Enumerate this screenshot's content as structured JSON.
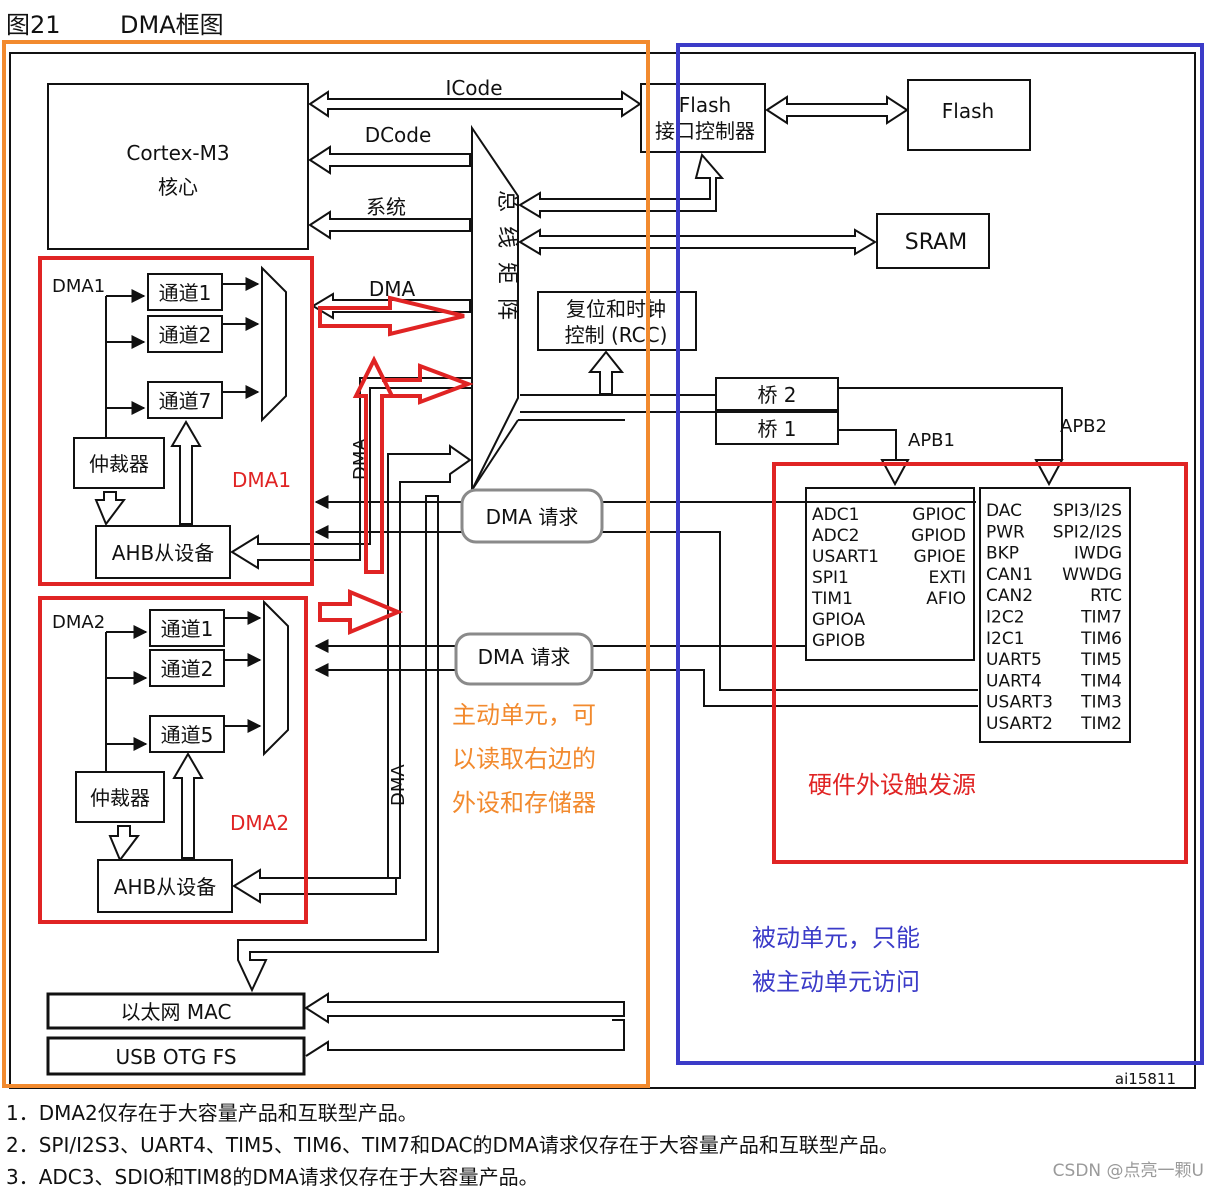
{
  "figure": {
    "label": "图21",
    "title": "DMA框图",
    "code": "ai15811",
    "watermark": "CSDN @点亮一颗U"
  },
  "blocks": {
    "cortex_line1": "Cortex-M3",
    "cortex_line2": "核心",
    "flash_ctrl_line1": "Flash",
    "flash_ctrl_line2": "接口控制器",
    "flash": "Flash",
    "sram": "SRAM",
    "rcc_line1": "复位和时钟",
    "rcc_line2": "控制 (RCC)",
    "bridge2": "桥 2",
    "bridge1": "桥 1",
    "ethernet": "以太网 MAC",
    "usb": "USB OTG FS",
    "bus_matrix": "总线矩阵"
  },
  "buses": {
    "icode": "ICode",
    "dcode": "DCode",
    "system": "系统",
    "dma_top": "DMA",
    "dma_vert1": "DMA",
    "dma_vert2": "DMA",
    "apb1": "APB1",
    "apb2": "APB2"
  },
  "dma1": {
    "label": "DMA1",
    "ch1": "通道1",
    "ch2": "通道2",
    "ch7": "通道7",
    "arbiter": "仲裁器",
    "ahb_slave": "AHB从设备",
    "red_tag": "DMA1"
  },
  "dma2": {
    "label": "DMA2",
    "ch1": "通道1",
    "ch2": "通道2",
    "ch5": "通道5",
    "arbiter": "仲裁器",
    "ahb_slave": "AHB从设备",
    "red_tag": "DMA2"
  },
  "dma_request": {
    "top": "DMA  请求",
    "bottom": "DMA 请求"
  },
  "apb1_periph": {
    "left": [
      "ADC1",
      "ADC2",
      "USART1",
      "SPI1",
      "TIM1",
      "GPIOA",
      "GPIOB"
    ],
    "right": [
      "GPIOC",
      "GPIOD",
      "GPIOE",
      "EXTI",
      "AFIO"
    ]
  },
  "apb2_periph": {
    "left": [
      "DAC",
      "PWR",
      "BKP",
      "CAN1",
      "CAN2",
      "I2C2",
      "I2C1",
      "UART5",
      "UART4",
      "USART3",
      "USART2"
    ],
    "right": [
      "SPI3/I2S",
      "SPI2/I2S",
      "IWDG",
      "WWDG",
      "RTC",
      "TIM7",
      "TIM6",
      "TIM5",
      "TIM4",
      "TIM3",
      "TIM2"
    ]
  },
  "annotations": {
    "active_line1": "主动单元，可",
    "active_line2": "以读取右边的",
    "active_line3": "外设和存储器",
    "trigger": "硬件外设触发源",
    "passive_line1": "被动单元，只能",
    "passive_line2": "被主动单元访问"
  },
  "colors": {
    "orange": "#f28a2e",
    "blue": "#3b3bc8",
    "red": "#e02424",
    "gray": "#8a8a8a"
  },
  "notes": [
    "1．DMA2仅存在于大容量产品和互联型产品。",
    "2．SPI/I2S3、UART4、TIM5、TIM6、TIM7和DAC的DMA请求仅存在于大容量产品和互联型产品。",
    "3．ADC3、SDIO和TIM8的DMA请求仅存在于大容量产品。"
  ]
}
